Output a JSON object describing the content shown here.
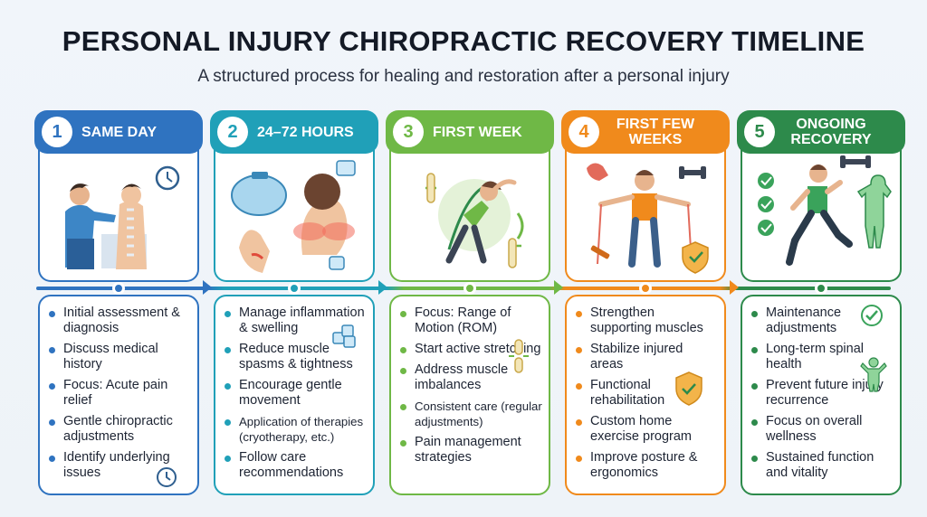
{
  "title": "PERSONAL INJURY CHIROPRACTIC RECOVERY TIMELINE",
  "subtitle": "A structured process for healing and restoration after a personal injury",
  "colors": {
    "stage1": "#2f73c0",
    "stage2": "#20a0b8",
    "stage3": "#6fb846",
    "stage4": "#f08a1c",
    "stage5": "#2d8a4b"
  },
  "stages": [
    {
      "number": "1",
      "label": "SAME DAY",
      "items": [
        "Initial assessment & diagnosis",
        "Discuss medical history",
        "Focus: Acute pain relief",
        "Gentle chiropractic adjustments",
        "Identify underlying issues"
      ],
      "icons": [
        "chiropractor-adjusting-patient",
        "clock-icon"
      ]
    },
    {
      "number": "2",
      "label": "24–72 HOURS",
      "items": [
        "Manage inflammation & swelling",
        "Reduce muscle spasms & tightness",
        "Encourage gentle movement",
        "Application of therapies (cryotherapy, etc.)",
        "Follow care recommendations"
      ],
      "icons": [
        "ice-pack-icon",
        "neck-pain-icon",
        "ice-cube-icon"
      ]
    },
    {
      "number": "3",
      "label": "FIRST WEEK",
      "items": [
        "Focus: Range of Motion (ROM)",
        "Start active stretching",
        "Address muscle imbalances",
        "Consistent care (regular adjustments)",
        "Pain management strategies"
      ],
      "icons": [
        "stretching-person-icon",
        "joint-icon"
      ]
    },
    {
      "number": "4",
      "label": "FIRST FEW WEEKS",
      "items": [
        "Strengthen supporting muscles",
        "Stabilize injured areas",
        "Functional rehabilitation",
        "Custom home exercise program",
        "Improve posture & ergonomics"
      ],
      "icons": [
        "resistance-band-person-icon",
        "dumbbell-icon",
        "shield-check-icon"
      ]
    },
    {
      "number": "5",
      "label": "ONGOING RECOVERY",
      "items": [
        "Maintenance adjustments",
        "Long-term spinal health",
        "Prevent future injury recurrence",
        "Focus on overall wellness",
        "Sustained function and vitality"
      ],
      "icons": [
        "running-person-icon",
        "check-icon",
        "healthy-body-icon"
      ]
    }
  ]
}
